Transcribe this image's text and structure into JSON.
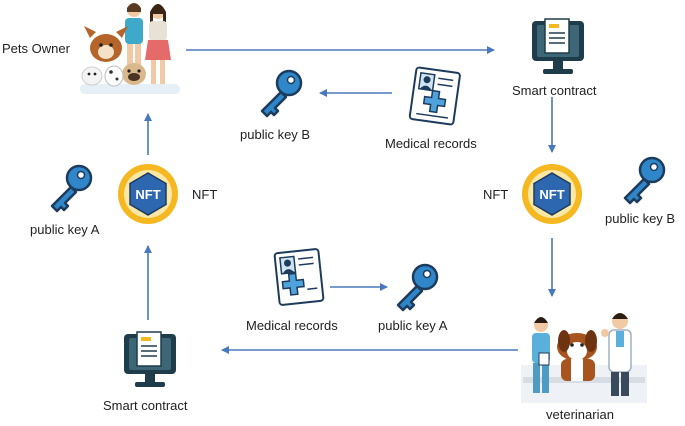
{
  "nodes": {
    "pets_owner": "Pets Owner",
    "smart_contract_top": "Smart contract",
    "smart_contract_bottom": "Smart contract",
    "veterinarian": "veterinarian",
    "nft_left": "NFT",
    "nft_right": "NFT",
    "nft_badge_text": "NFT"
  },
  "keys": {
    "key_b_top": "public key B",
    "key_b_right": "public key B",
    "key_a_left": "public key A",
    "key_a_bottom": "public key A"
  },
  "records": {
    "top": "Medical records",
    "bottom": "Medical records"
  },
  "colors": {
    "arrow": "#4a78bf",
    "key_fill": "#2f86c8",
    "key_stroke": "#1d3b5c",
    "nft_outer": "#f5b820",
    "nft_hex": "#2c67b0",
    "monitor_screen": "#1f3c4a",
    "record_cross": "#4fa3dc"
  }
}
